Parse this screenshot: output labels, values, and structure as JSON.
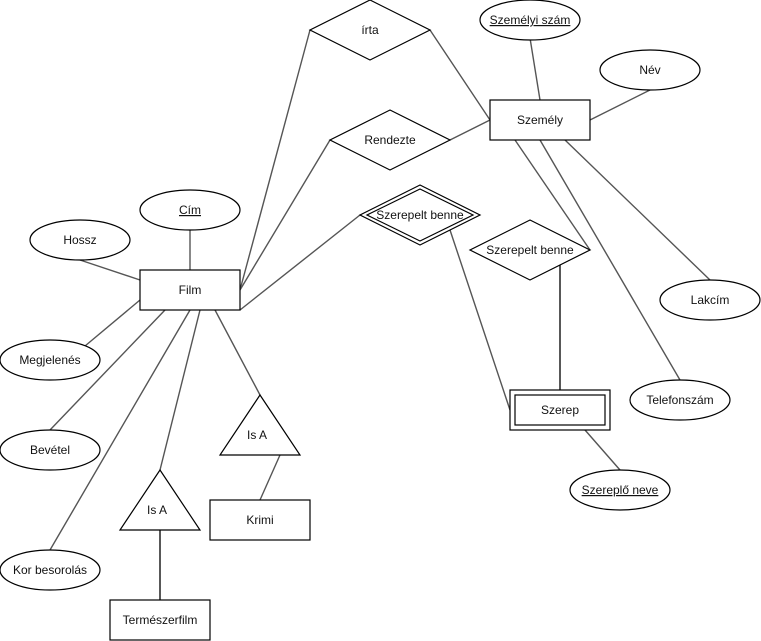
{
  "diagram": {
    "type": "ER diagram",
    "entities": [
      {
        "id": "film",
        "label": "Film",
        "weak": false
      },
      {
        "id": "szemely",
        "label": "Személy",
        "weak": false
      },
      {
        "id": "szerep",
        "label": "Szerep",
        "weak": true
      },
      {
        "id": "krimi",
        "label": "Krimi",
        "weak": false
      },
      {
        "id": "termeszetfilm",
        "label": "Természerfilm",
        "weak": false
      }
    ],
    "relationships": [
      {
        "id": "irta",
        "label": "írta",
        "identifying": false
      },
      {
        "id": "rendezte",
        "label": "Rendezte",
        "identifying": false
      },
      {
        "id": "szerepelt1",
        "label": "Szerepelt benne",
        "identifying": true
      },
      {
        "id": "szerepelt2",
        "label": "Szerepelt benne",
        "identifying": false
      }
    ],
    "isa": [
      {
        "id": "isa_krimi",
        "label": "Is A"
      },
      {
        "id": "isa_termeszet",
        "label": "Is A"
      }
    ],
    "attributes": [
      {
        "id": "cim",
        "label": "Cím",
        "key": true,
        "of": "film"
      },
      {
        "id": "hossz",
        "label": "Hossz",
        "key": false,
        "of": "film"
      },
      {
        "id": "megjelenes",
        "label": "Megjelenés",
        "key": false,
        "of": "film"
      },
      {
        "id": "bevetel",
        "label": "Bevétel",
        "key": false,
        "of": "film"
      },
      {
        "id": "kor",
        "label": "Kor besorolás",
        "key": false,
        "of": "film"
      },
      {
        "id": "szemelyi",
        "label": "Személyi szám",
        "key": true,
        "of": "szemely"
      },
      {
        "id": "nev",
        "label": "Név",
        "key": false,
        "of": "szemely"
      },
      {
        "id": "lakcim",
        "label": "Lakcím",
        "key": false,
        "of": "szemely"
      },
      {
        "id": "telefon",
        "label": "Telefonszám",
        "key": false,
        "of": "szemely"
      },
      {
        "id": "szereplo",
        "label": "Szereplő neve",
        "key": true,
        "of": "szerep"
      }
    ]
  }
}
